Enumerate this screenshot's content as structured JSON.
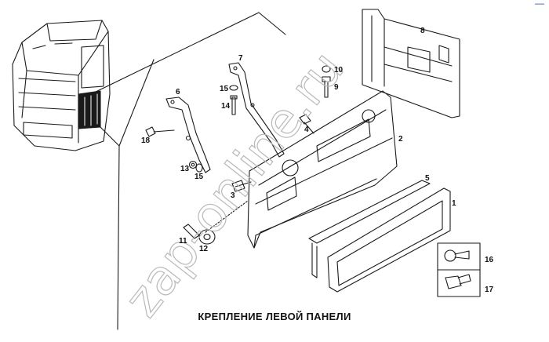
{
  "diagram": {
    "caption": "КРЕПЛЕНИЕ ЛЕВОЙ ПАНЕЛИ",
    "watermark": "zap-online.ru",
    "corner_mark": "—",
    "callouts": [
      "1",
      "2",
      "3",
      "4",
      "5",
      "6",
      "7",
      "8",
      "9",
      "10",
      "11",
      "12",
      "13",
      "14",
      "15",
      "15",
      "16",
      "17",
      "18"
    ]
  }
}
